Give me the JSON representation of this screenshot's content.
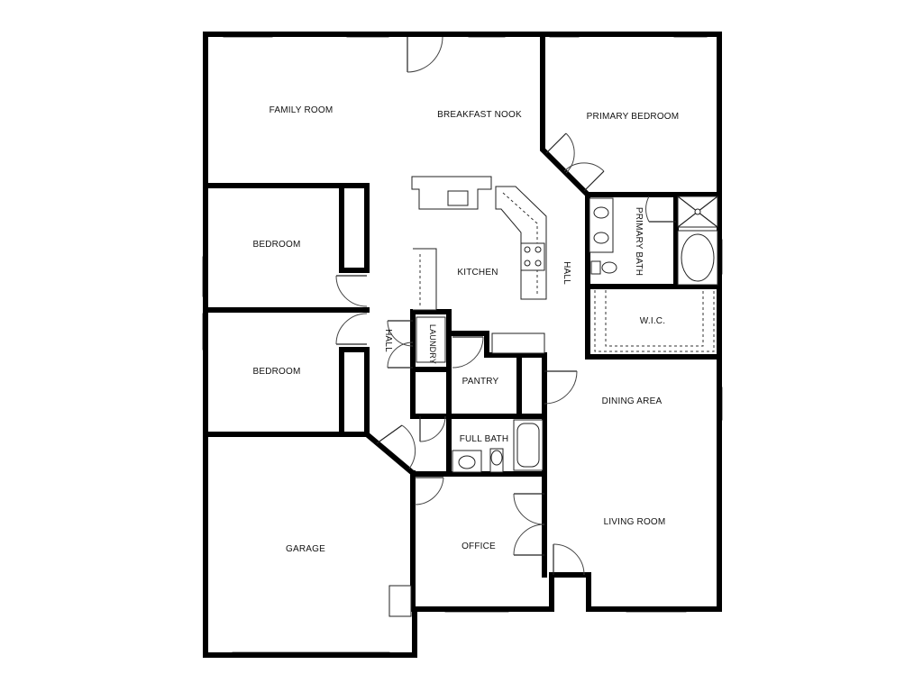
{
  "rooms": {
    "family_room": "FAMILY ROOM",
    "breakfast_nook": "BREAKFAST NOOK",
    "primary_bedroom": "PRIMARY BEDROOM",
    "bedroom_1": "BEDROOM",
    "bedroom_2": "BEDROOM",
    "kitchen": "KITCHEN",
    "hall_center": "HALL",
    "hall_left": "HALL",
    "laundry": "LAUNDRY",
    "pantry": "PANTRY",
    "primary_bath": "PRIMARY BATH",
    "wic": "W.I.C.",
    "dining_area": "DINING AREA",
    "full_bath": "FULL BATH",
    "garage": "GARAGE",
    "office": "OFFICE",
    "living_room": "LIVING ROOM"
  }
}
